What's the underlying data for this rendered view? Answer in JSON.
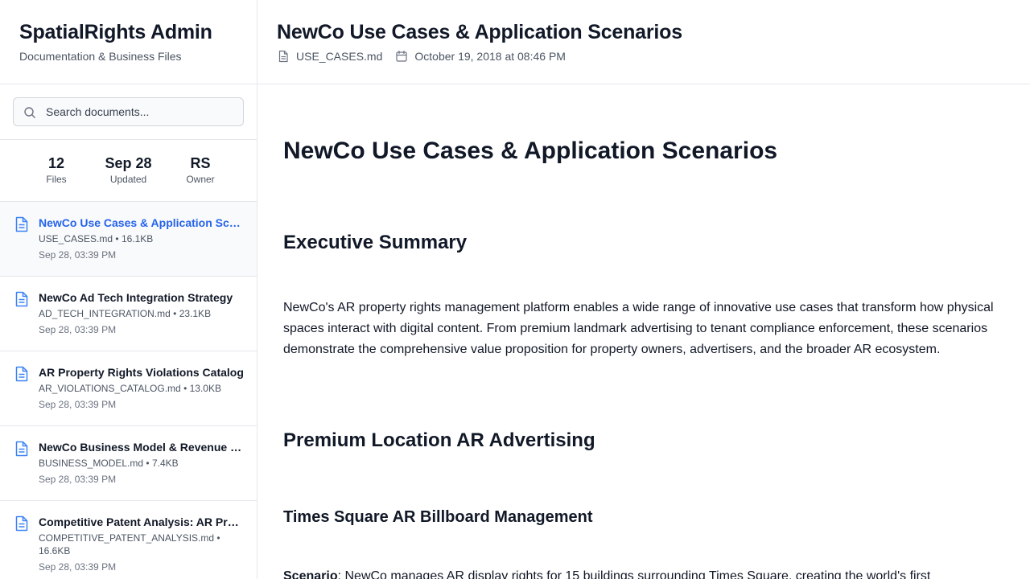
{
  "sidebar": {
    "title": "SpatialRights Admin",
    "subtitle": "Documentation & Business Files",
    "search": {
      "placeholder": "Search documents...",
      "icon": "search-icon"
    },
    "stats": [
      {
        "value": "12",
        "label": "Files"
      },
      {
        "value": "Sep 28",
        "label": "Updated"
      },
      {
        "value": "RS",
        "label": "Owner"
      }
    ],
    "files": [
      {
        "title": "NewCo Use Cases & Application Scenarios",
        "filename": "USE_CASES.md",
        "size": "16.1KB",
        "date": "Sep 28, 03:39 PM",
        "active": true
      },
      {
        "title": "NewCo Ad Tech Integration Strategy",
        "filename": "AD_TECH_INTEGRATION.md",
        "size": "23.1KB",
        "date": "Sep 28, 03:39 PM"
      },
      {
        "title": "AR Property Rights Violations Catalog",
        "filename": "AR_VIOLATIONS_CATALOG.md",
        "size": "13.0KB",
        "date": "Sep 28, 03:39 PM"
      },
      {
        "title": "NewCo Business Model & Revenue Strategy",
        "filename": "BUSINESS_MODEL.md",
        "size": "7.4KB",
        "date": "Sep 28, 03:39 PM"
      },
      {
        "title": "Competitive Patent Analysis: AR Property Rights",
        "filename": "COMPETITIVE_PATENT_ANALYSIS.md",
        "size": "16.6KB",
        "date": "Sep 28, 03:39 PM"
      }
    ],
    "meta_separator": "•",
    "colors": {
      "accent": "#2563eb",
      "file_icon": "#3b82f6"
    }
  },
  "header": {
    "title": "NewCo Use Cases & Application Scenarios",
    "filename": "USE_CASES.md",
    "timestamp": "October 19, 2018 at 08:46 PM",
    "file_icon": "document-icon",
    "date_icon": "calendar-icon"
  },
  "document": {
    "h1": "NewCo Use Cases & Application Scenarios",
    "section1_heading": "Executive Summary",
    "section1_body": "NewCo's AR property rights management platform enables a wide range of innovative use cases that transform how physical spaces interact with digital content. From premium landmark advertising to tenant compliance enforcement, these scenarios demonstrate the comprehensive value proposition for property owners, advertisers, and the broader AR ecosystem.",
    "section2_heading": "Premium Location AR Advertising",
    "subsection_heading": "Times Square AR Billboard Management",
    "scenario_label": "Scenario",
    "scenario_text": ": NewCo manages AR display rights for 15 buildings surrounding Times Square, creating the world's first"
  }
}
